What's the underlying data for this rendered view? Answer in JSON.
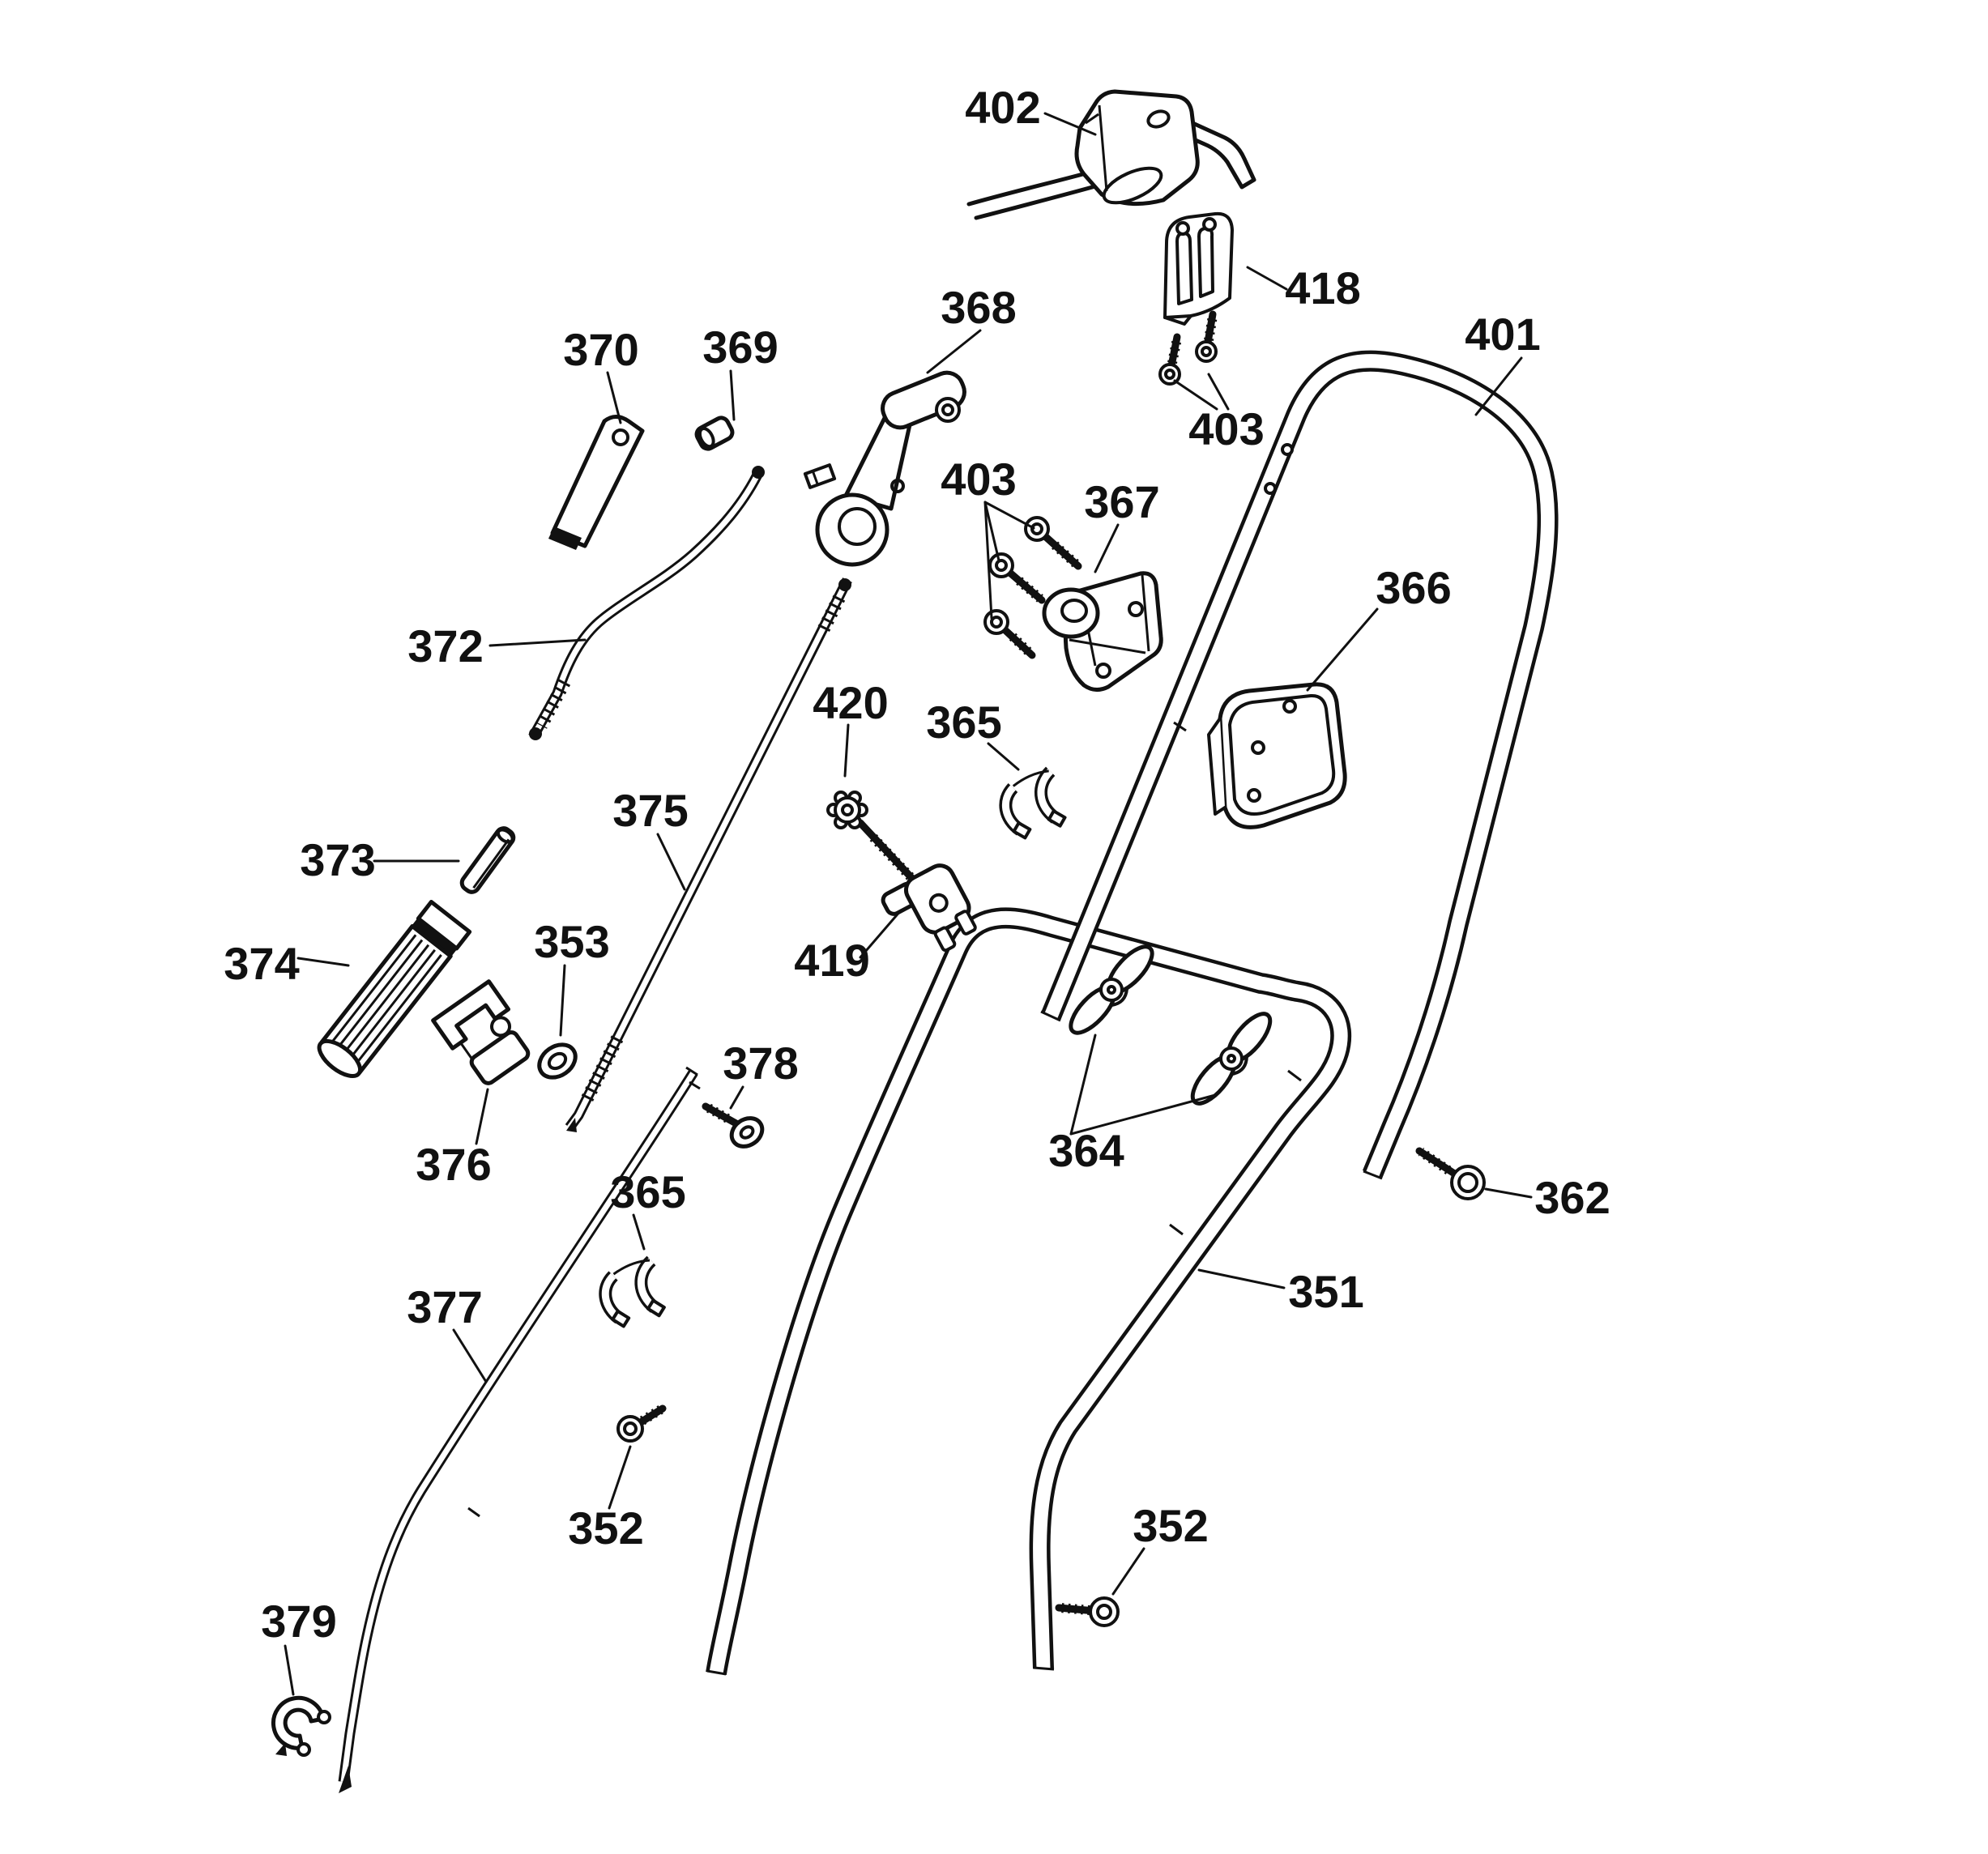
{
  "diagram": {
    "kind": "exploded-parts-diagram",
    "subject": "mower handle assembly",
    "background_color": "#ffffff",
    "line_color": "#111111"
  },
  "callouts": [
    {
      "id": "402",
      "text": "402",
      "name": "switch-housing"
    },
    {
      "id": "418",
      "text": "418",
      "name": "wire-clip-bracket"
    },
    {
      "id": "403-top",
      "text": "403",
      "name": "screw-pair"
    },
    {
      "id": "368",
      "text": "368",
      "name": "pivot-lever"
    },
    {
      "id": "370",
      "text": "370",
      "name": "link-strap"
    },
    {
      "id": "369",
      "text": "369",
      "name": "spacer-bushing"
    },
    {
      "id": "401",
      "text": "401",
      "name": "upper-handle"
    },
    {
      "id": "403-mid",
      "text": "403",
      "name": "screw-set"
    },
    {
      "id": "367",
      "text": "367",
      "name": "mounting-bracket"
    },
    {
      "id": "366",
      "text": "366",
      "name": "mounting-plate"
    },
    {
      "id": "372",
      "text": "372",
      "name": "bent-control-rod"
    },
    {
      "id": "375",
      "text": "375",
      "name": "long-control-rod"
    },
    {
      "id": "420",
      "text": "420",
      "name": "knurled-bolt"
    },
    {
      "id": "365-upper",
      "text": "365",
      "name": "cable-clip"
    },
    {
      "id": "373",
      "text": "373",
      "name": "roll-pin"
    },
    {
      "id": "353",
      "text": "353",
      "name": "washer"
    },
    {
      "id": "419",
      "text": "419",
      "name": "rod-clamp"
    },
    {
      "id": "374",
      "text": "374",
      "name": "handle-grip"
    },
    {
      "id": "378",
      "text": "378",
      "name": "pan-head-screw"
    },
    {
      "id": "376",
      "text": "376",
      "name": "clamp-block"
    },
    {
      "id": "364",
      "text": "364",
      "name": "wing-knobs"
    },
    {
      "id": "362",
      "text": "362",
      "name": "thumb-screw"
    },
    {
      "id": "365-lower",
      "text": "365",
      "name": "cable-clip"
    },
    {
      "id": "377",
      "text": "377",
      "name": "lower-control-rod"
    },
    {
      "id": "351",
      "text": "351",
      "name": "lower-handle"
    },
    {
      "id": "352-mid",
      "text": "352",
      "name": "self-tap-screw"
    },
    {
      "id": "352-right",
      "text": "352",
      "name": "self-tap-screw"
    },
    {
      "id": "379",
      "text": "379",
      "name": "retaining-ring"
    }
  ]
}
